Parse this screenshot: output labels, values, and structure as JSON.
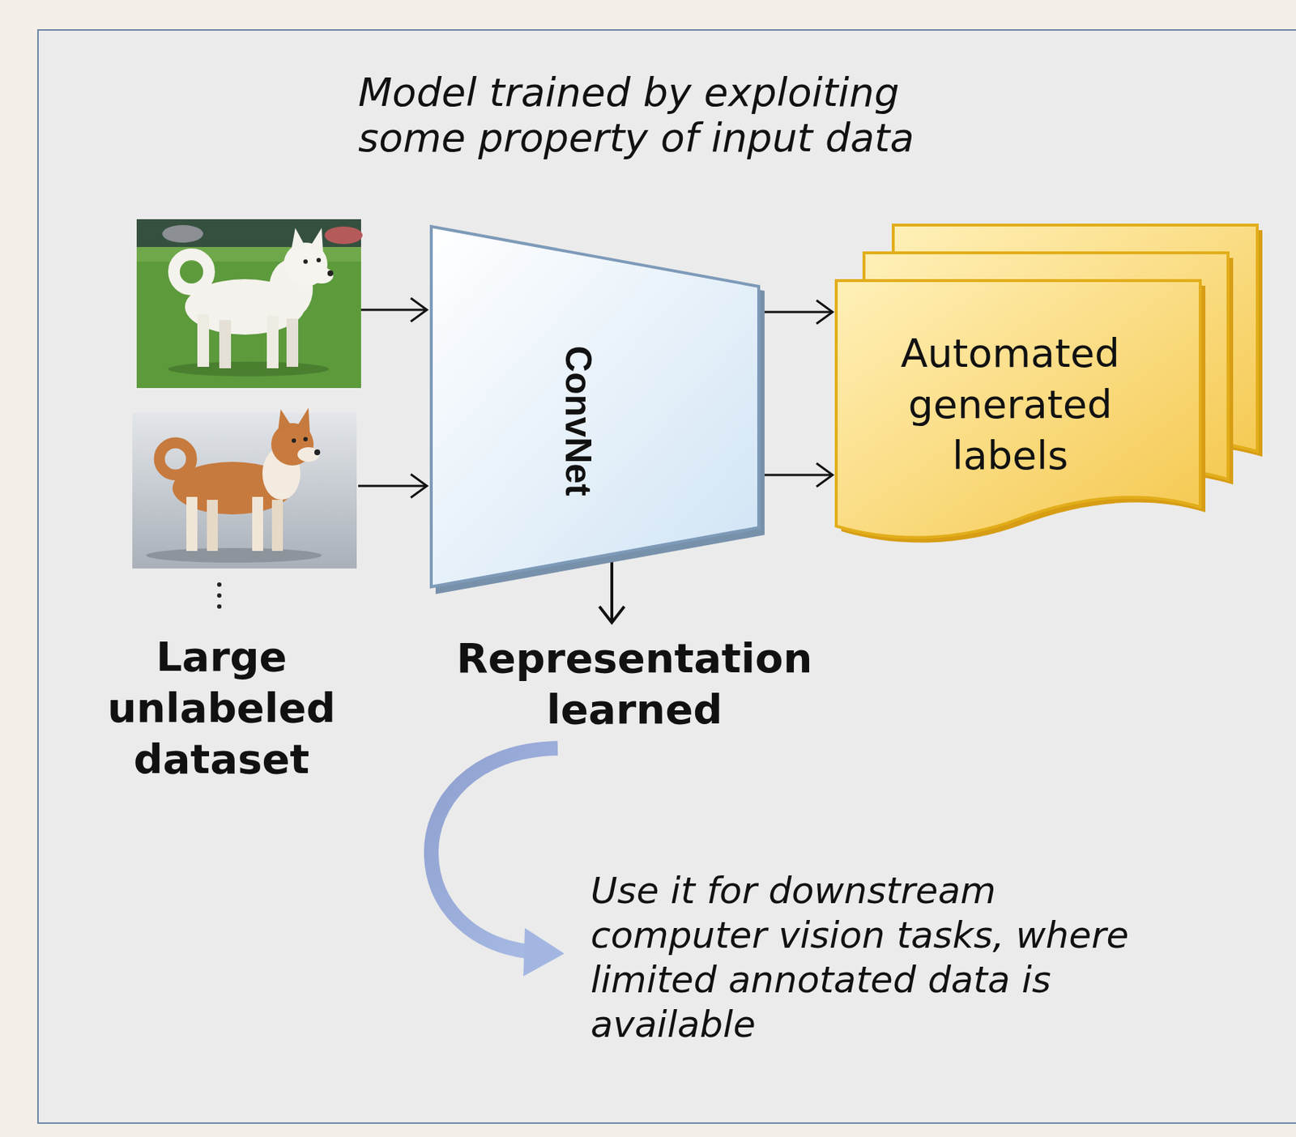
{
  "diagram": {
    "title": "Model trained by exploiting some property of input data",
    "nodes": [
      {
        "text": [
          "ConvNet"
        ]
      },
      {
        "text": [
          "Automated generated labels"
        ]
      }
    ],
    "edges": [
      {
        "from": 0,
        "to": 1,
        "arrow": "to"
      },
      {
        "from": 0,
        "to": 1,
        "arrow": "to"
      }
    ],
    "labels": [
      "Large unlabeled dataset",
      "Representation learned",
      "Use it for downstream computer vision tasks, where limited annotated data is available"
    ]
  }
}
